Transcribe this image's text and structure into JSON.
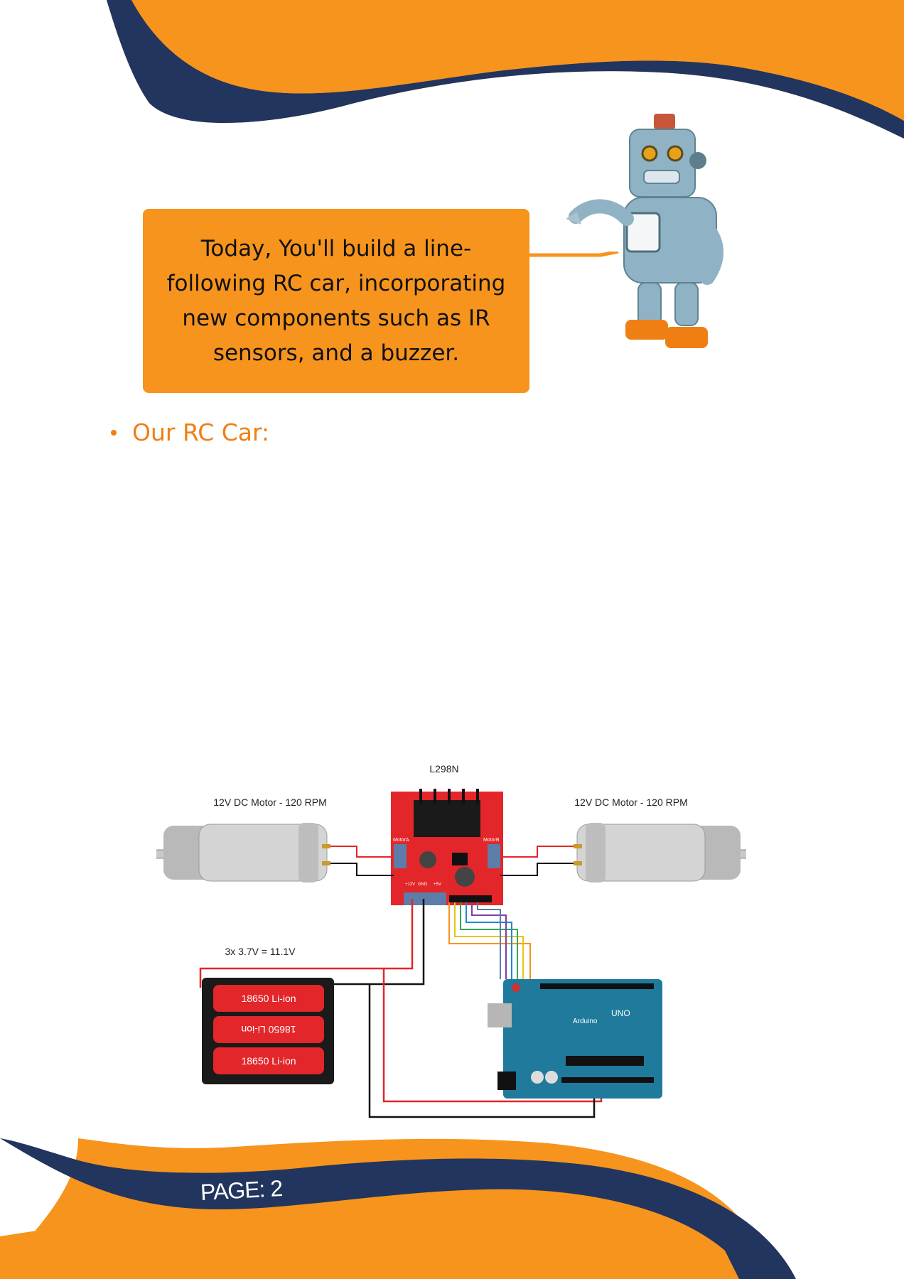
{
  "speech": {
    "lines": [
      "Today, You'll build a line-",
      "following RC car, incorporating",
      "new components such as IR",
      "sensors, and a buzzer."
    ]
  },
  "section": {
    "heading": "Our RC Car:"
  },
  "diagram": {
    "title": "L298N",
    "left_motor": "12V DC Motor - 120 RPM",
    "right_motor": "12V DC Motor - 120 RPM",
    "battery_label": "3x 3.7V = 11.1V",
    "cells": [
      "18650  Li-ion",
      "18650  Li-ion",
      "18650  Li-ion"
    ],
    "driver_pins": {
      "motor_a": "MotorA",
      "motor_b": "MotorB",
      "v12": "+12V",
      "gnd": "GND",
      "v5": "+5V"
    },
    "arduino": {
      "brand": "Arduino",
      "model": "UNO"
    }
  },
  "footer": {
    "page": "PAGE: 2"
  },
  "colors": {
    "orange": "#F7941D",
    "navy": "#22355E",
    "heading": "#F07F13",
    "driver_red": "#E3262A",
    "arduino_teal": "#1F7A9B"
  },
  "icons": [
    "robot-illustration",
    "dc-motor-left",
    "dc-motor-right",
    "battery-pack",
    "arduino-board",
    "l298n-board"
  ]
}
